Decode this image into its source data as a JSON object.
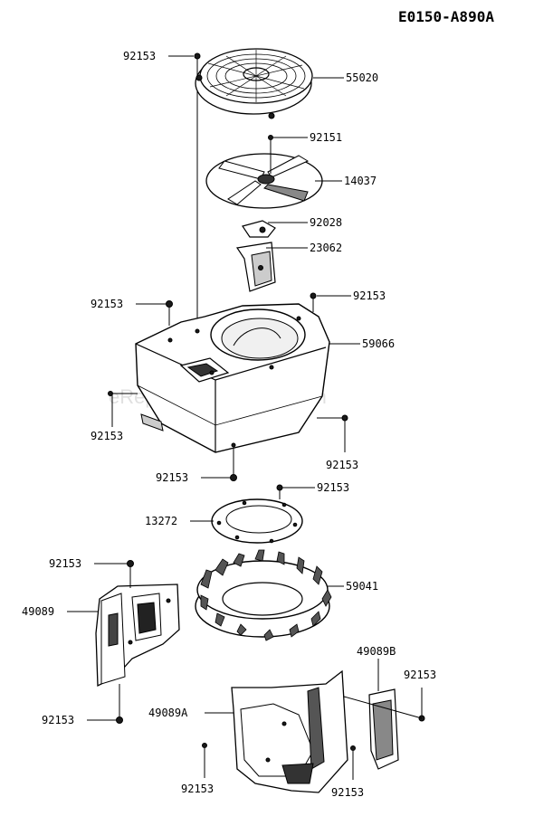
{
  "diagram": {
    "code": "E0150-A890A",
    "watermark": "eReplacementParts.com",
    "parts": {
      "p92153_top": "92153",
      "p55020": "55020",
      "p92151": "92151",
      "p14037": "14037",
      "p92028": "92028",
      "p23062": "23062",
      "p92153_a": "92153",
      "p92153_b": "92153",
      "p59066": "59066",
      "p92153_c": "92153",
      "p92153_d": "92153",
      "p92153_e": "92153",
      "p92153_f": "92153",
      "p13272": "13272",
      "p92153_g": "92153",
      "p49089": "49089",
      "p59041": "59041",
      "p49089B": "49089B",
      "p92153_h": "92153",
      "p92153_i": "92153",
      "p49089A": "49089A",
      "p92153_j": "92153",
      "p92153_k": "92153"
    }
  }
}
